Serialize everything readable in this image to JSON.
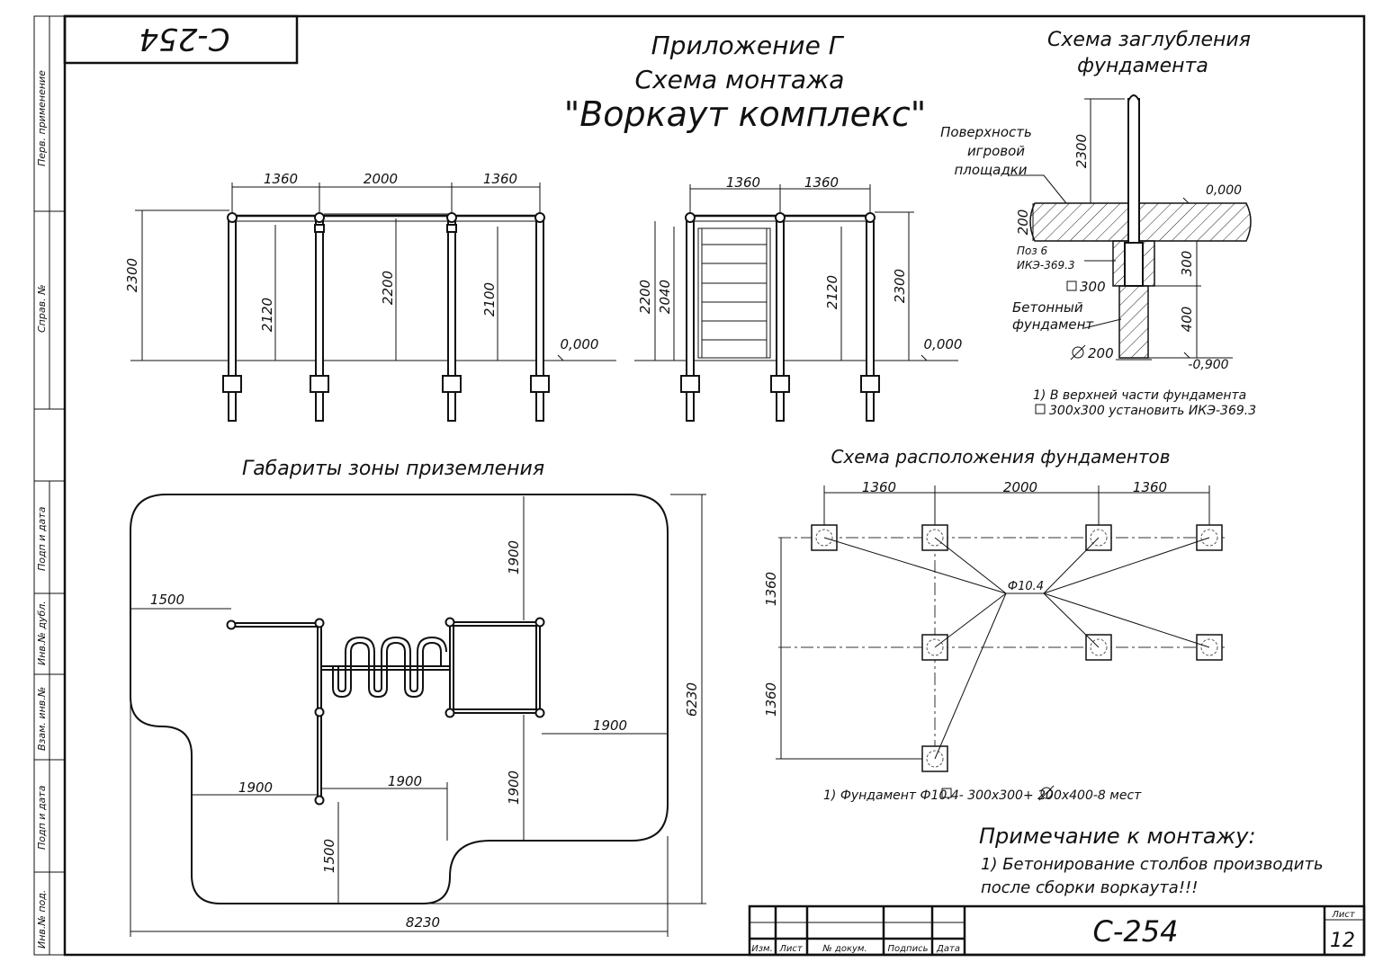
{
  "stamp_top": "С-254",
  "side_labels": [
    "Перв. применение",
    "Справ. №",
    "Подп и дата",
    "Инв.№ дубл.",
    "Взам. инв.№",
    "Подп и дата",
    "Инв.№ под."
  ],
  "title": {
    "line1": "Приложение Г",
    "line2": "Схема монтажа",
    "line3": "\"Воркаут комплекс\""
  },
  "front_view": {
    "dims_top": [
      "1360",
      "2000",
      "1360"
    ],
    "dims_vertical": [
      "2300",
      "2120",
      "2200",
      "2100"
    ],
    "level": "0,000"
  },
  "side_view": {
    "dims_top": [
      "1360",
      "1360"
    ],
    "dims_vertical": [
      "2200",
      "2040",
      "2120",
      "2300"
    ],
    "level": "0,000"
  },
  "foundation_depth": {
    "title_line1": "Схема заглубления",
    "title_line2": "фундамента",
    "surface_line1": "Поверхность",
    "surface_line2": "игровой",
    "surface_line3": "площадки",
    "dim_2300": "2300",
    "level_top": "0,000",
    "dim_200": "200",
    "pos_line1": "Поз 6",
    "pos_line2": "ИКЭ-369.3",
    "dim_300": "300",
    "square_300": "300",
    "concrete_line1": "Бетонный",
    "concrete_line2": "фундамент",
    "dim_400": "400",
    "diam_200": "200",
    "level_bottom": "-0,900",
    "note_line1": "1) В верхней части фундамента",
    "note_line2": "300х300 установить ИКЭ-369.3"
  },
  "landing_zone": {
    "title": "Габариты зоны приземления",
    "dims": [
      "1900",
      "1500",
      "1900",
      "1900",
      "1900",
      "1900",
      "1500",
      "6230",
      "8230"
    ]
  },
  "foundation_layout": {
    "title": "Схема расположения фундаментов",
    "dims_top": [
      "1360",
      "2000",
      "1360"
    ],
    "dims_left": [
      "1360",
      "1360"
    ],
    "label": "Ф10.4",
    "note": "1) Фундамент Ф10.4-   300х300+   200х400-8 мест"
  },
  "mounting_note": {
    "title": "Примечание к монтажу:",
    "line1": "1) Бетонирование столбов производить",
    "line2": "после сборки воркаута!!!"
  },
  "title_block": {
    "cols": [
      "Изм.",
      "Лист",
      "№ докум.",
      "Подпись",
      "Дата"
    ],
    "code": "С-254",
    "sheet_label": "Лист",
    "sheet_num": "12"
  }
}
